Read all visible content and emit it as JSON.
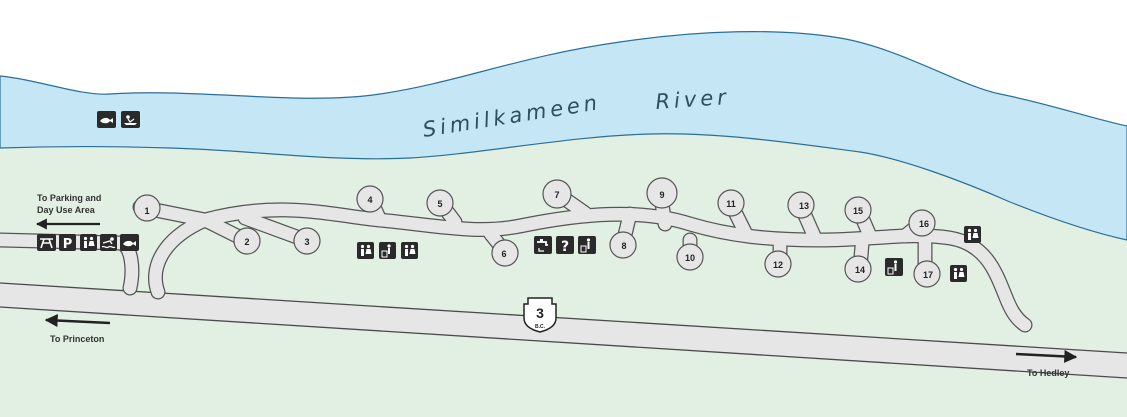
{
  "map": {
    "river_name_part1": "Similkameen",
    "river_name_part2": "River",
    "dir_parking_line1": "To Parking and",
    "dir_parking_line2": "Day Use Area",
    "dir_princeton": "To Princeton",
    "dir_hedley": "To Hedley",
    "highway_number": "3",
    "highway_region": "B.C.",
    "sites": [
      "1",
      "2",
      "3",
      "4",
      "5",
      "6",
      "7",
      "8",
      "9",
      "10",
      "11",
      "12",
      "13",
      "14",
      "15",
      "16",
      "17"
    ],
    "icon_glyphs": {
      "parking": "P",
      "info": "?"
    },
    "colors": {
      "river": "#c4e6f5",
      "river_edge": "#2a6f98",
      "land": "#e2efe3",
      "road": "#e6e6e6",
      "road_edge": "#4a4a4a",
      "icon": "#2a2a2a"
    },
    "icons": [
      "fishing-icon",
      "boat-launch-icon",
      "picnic-icon",
      "parking-icon",
      "toilets-icon",
      "swimming-icon",
      "fishing-icon",
      "toilets-icon",
      "garbage-icon",
      "toilets-icon",
      "water-tap-icon",
      "information-icon",
      "garbage-icon",
      "garbage-icon",
      "toilets-icon",
      "toilets-icon"
    ]
  }
}
